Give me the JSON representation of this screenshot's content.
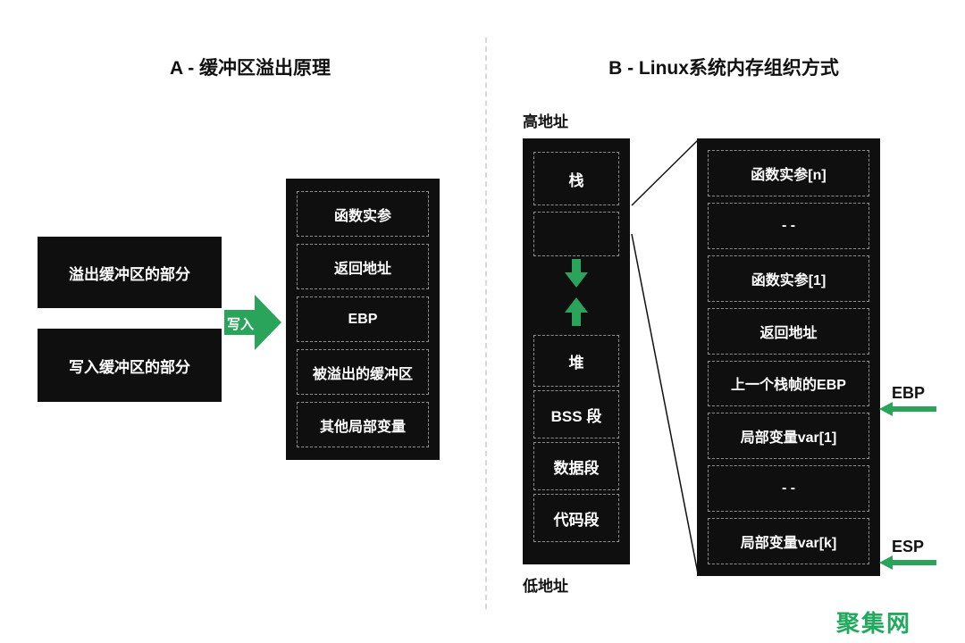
{
  "page": {
    "background_color": "#ffffff",
    "box_color": "#0f0f0f",
    "accent_green": "#2aa45a",
    "dashed_border_color": "#8f8f8f"
  },
  "section_a": {
    "title": "A - 缓冲区溢出原理",
    "source_boxes": [
      {
        "label": "溢出缓冲区的部分"
      },
      {
        "label": "写入缓冲区的部分"
      }
    ],
    "write_arrow_label": "写入",
    "stack_cells": [
      "函数实参",
      "返回地址",
      "EBP",
      "被溢出的缓冲区",
      "其他局部变量"
    ]
  },
  "section_b": {
    "title": "B - Linux系统内存组织方式",
    "high_address_label": "高地址",
    "low_address_label": "低地址",
    "memory_column": {
      "stack": "栈",
      "heap": "堆",
      "bss": "BSS 段",
      "data": "数据段",
      "code": "代码段"
    },
    "stack_frame_cells": [
      "函数实参[n]",
      "- -",
      "函数实参[1]",
      "返回地址",
      "上一个栈帧的EBP",
      "局部变量var[1]",
      "- -",
      "局部变量var[k]"
    ],
    "ebp_label": "EBP",
    "esp_label": "ESP"
  },
  "watermark": {
    "text": "聚集网"
  }
}
